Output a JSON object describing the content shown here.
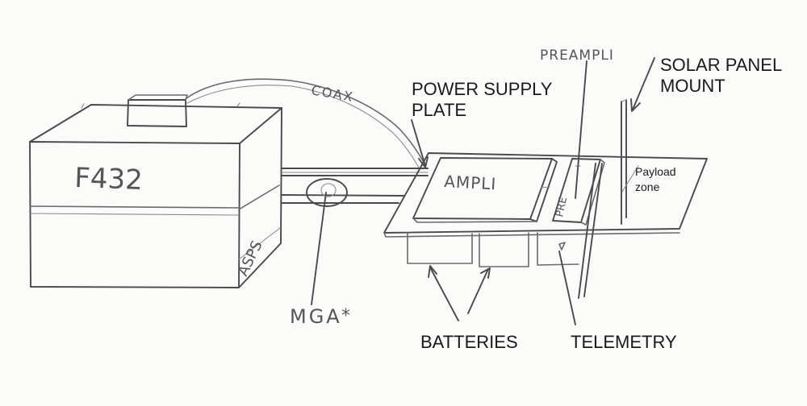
{
  "labels": {
    "power_supply_plate_line1": "POWER SUPPLY",
    "power_supply_plate_line2": "PLATE",
    "solar_panel_mount_line1": "SOLAR PANEL",
    "solar_panel_mount_line2": "MOUNT",
    "batteries": "BATTERIES",
    "telemetry": "TELEMETRY",
    "payload_zone_line1": "Payload",
    "payload_zone_line2": "zone"
  },
  "handwritten": {
    "f432": "F432",
    "asps": "ASPS",
    "coax": "COAX",
    "mga": "MGA",
    "mga_asterisk": "*",
    "ampli": "AMPLI",
    "preampli": "PREAMPLI",
    "pre": "PRE"
  }
}
